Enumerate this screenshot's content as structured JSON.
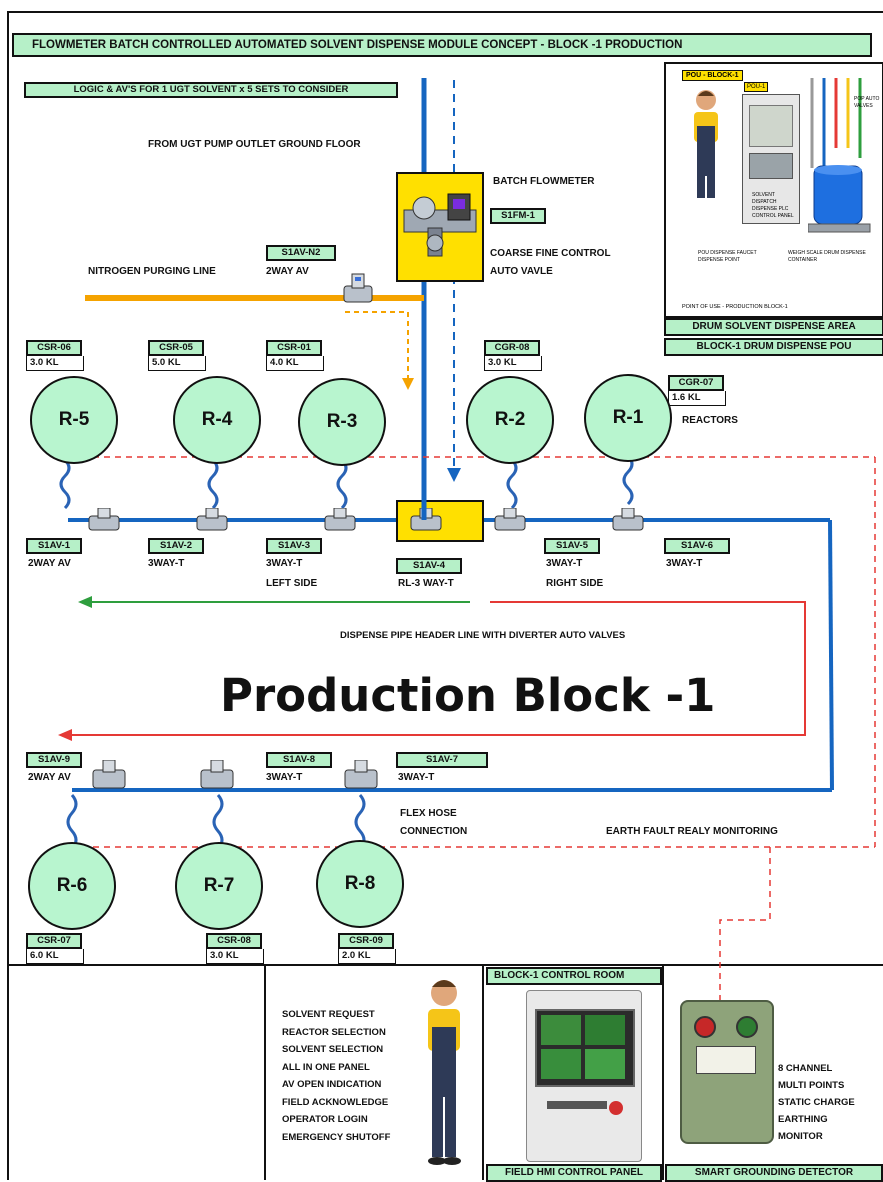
{
  "title": "FLOWMETER  BATCH CONTROLLED AUTOMATED SOLVENT DISPENSE MODULE CONCEPT  - BLOCK -1 PRODUCTION",
  "logic_note": "LOGIC & AV'S FOR 1 UGT SOLVENT x 5 SETS TO CONSIDER",
  "from_ugt": "FROM UGT PUMP OUTLET GROUND FLOOR",
  "batch_flowmeter": "BATCH FLOWMETER",
  "s1fm_tag": "S1FM-1",
  "coarse_fine": "COARSE FINE CONTROL",
  "auto_valve": "AUTO VAVLE",
  "nitrogen_line": "NITROGEN PURGING LINE",
  "n2_tag": "S1AV-N2",
  "n2_type": "2WAY AV",
  "drum": {
    "pou_tag": "POU - BLOCK-1",
    "pou_small": "POU-1",
    "point_of_use": "POINT OF USE - PRODUCTION BLOCK-1",
    "panel_note": "SOLVENT DISPATCH DISPENSE PLC CONTROL PANEL",
    "faucet_note": "POU DISPENSE FAUCET DISPENSE POINT",
    "scale_note": "WEIGH SCALE DRUM DISPENSE CONTAINER",
    "pop_note": "POP AUTO VALVES",
    "area_title": "DRUM SOLVENT DISPENSE AREA",
    "area_subtitle": "BLOCK-1 DRUM DISPENSE POU"
  },
  "reactors_label": "REACTORS",
  "top_reactors": [
    {
      "name": "R-5",
      "tag": "CSR-06",
      "cap": "3.0 KL"
    },
    {
      "name": "R-4",
      "tag": "CSR-05",
      "cap": "5.0 KL"
    },
    {
      "name": "R-3",
      "tag": "CSR-01",
      "cap": "4.0 KL"
    },
    {
      "name": "R-2",
      "tag": "CGR-08",
      "cap": "3.0 KL"
    },
    {
      "name": "R-1",
      "tag": "CGR-07",
      "cap": "1.6 KL"
    }
  ],
  "top_valves": [
    {
      "tag": "S1AV-1",
      "type": "2WAY AV",
      "side": ""
    },
    {
      "tag": "S1AV-2",
      "type": "3WAY-T",
      "side": ""
    },
    {
      "tag": "S1AV-3",
      "type": "3WAY-T",
      "side": "LEFT SIDE"
    },
    {
      "tag": "S1AV-4",
      "type": "RL-3 WAY-T",
      "side": ""
    },
    {
      "tag": "S1AV-5",
      "type": "3WAY-T",
      "side": "RIGHT SIDE"
    },
    {
      "tag": "S1AV-6",
      "type": "3WAY-T",
      "side": ""
    }
  ],
  "header_line": "DISPENSE PIPE HEADER LINE WITH DIVERTER AUTO VALVES",
  "big_title": "Production Block -1",
  "bottom_valves": [
    {
      "tag": "S1AV-9",
      "type": "2WAY AV"
    },
    {
      "tag": "S1AV-8",
      "type": "3WAY-T"
    },
    {
      "tag": "S1AV-7",
      "type": "3WAY-T"
    }
  ],
  "flex_hose": "FLEX HOSE",
  "connection": "CONNECTION",
  "earth_fault": "EARTH FAULT REALY MONITORING",
  "bottom_reactors": [
    {
      "name": "R-6",
      "tag": "CSR-07",
      "cap": "6.0 KL"
    },
    {
      "name": "R-7",
      "tag": "CSR-08",
      "cap": "3.0 KL"
    },
    {
      "name": "R-8",
      "tag": "CSR-09",
      "cap": "2.0 KL"
    }
  ],
  "features": [
    "SOLVENT REQUEST",
    "REACTOR SELECTION",
    "SOLVENT SELECTION",
    "ALL IN ONE PANEL",
    "AV OPEN INDICATION",
    "FIELD ACKNOWLEDGE",
    "OPERATOR LOGIN",
    "EMERGENCY SHUTOFF"
  ],
  "control_room": "BLOCK-1 CONTROL ROOM",
  "hmi_panel": "FIELD HMI CONTROL PANEL",
  "grounding_lines": [
    "8 CHANNEL",
    "MULTI POINTS",
    "STATIC CHARGE",
    "EARTHING",
    "MONITOR"
  ],
  "grounding_title": "SMART GROUNDING DETECTOR",
  "colors": {
    "pipe": "#1565c0",
    "nitrogen": "#f5a300",
    "tag_fill": "#b6f0c8",
    "reactor": "#b8f5cf",
    "highlight": "#ffe000",
    "arrow_left": "#2e9e3e",
    "arrow_right": "#e53935",
    "earth_line": "#e53935"
  }
}
